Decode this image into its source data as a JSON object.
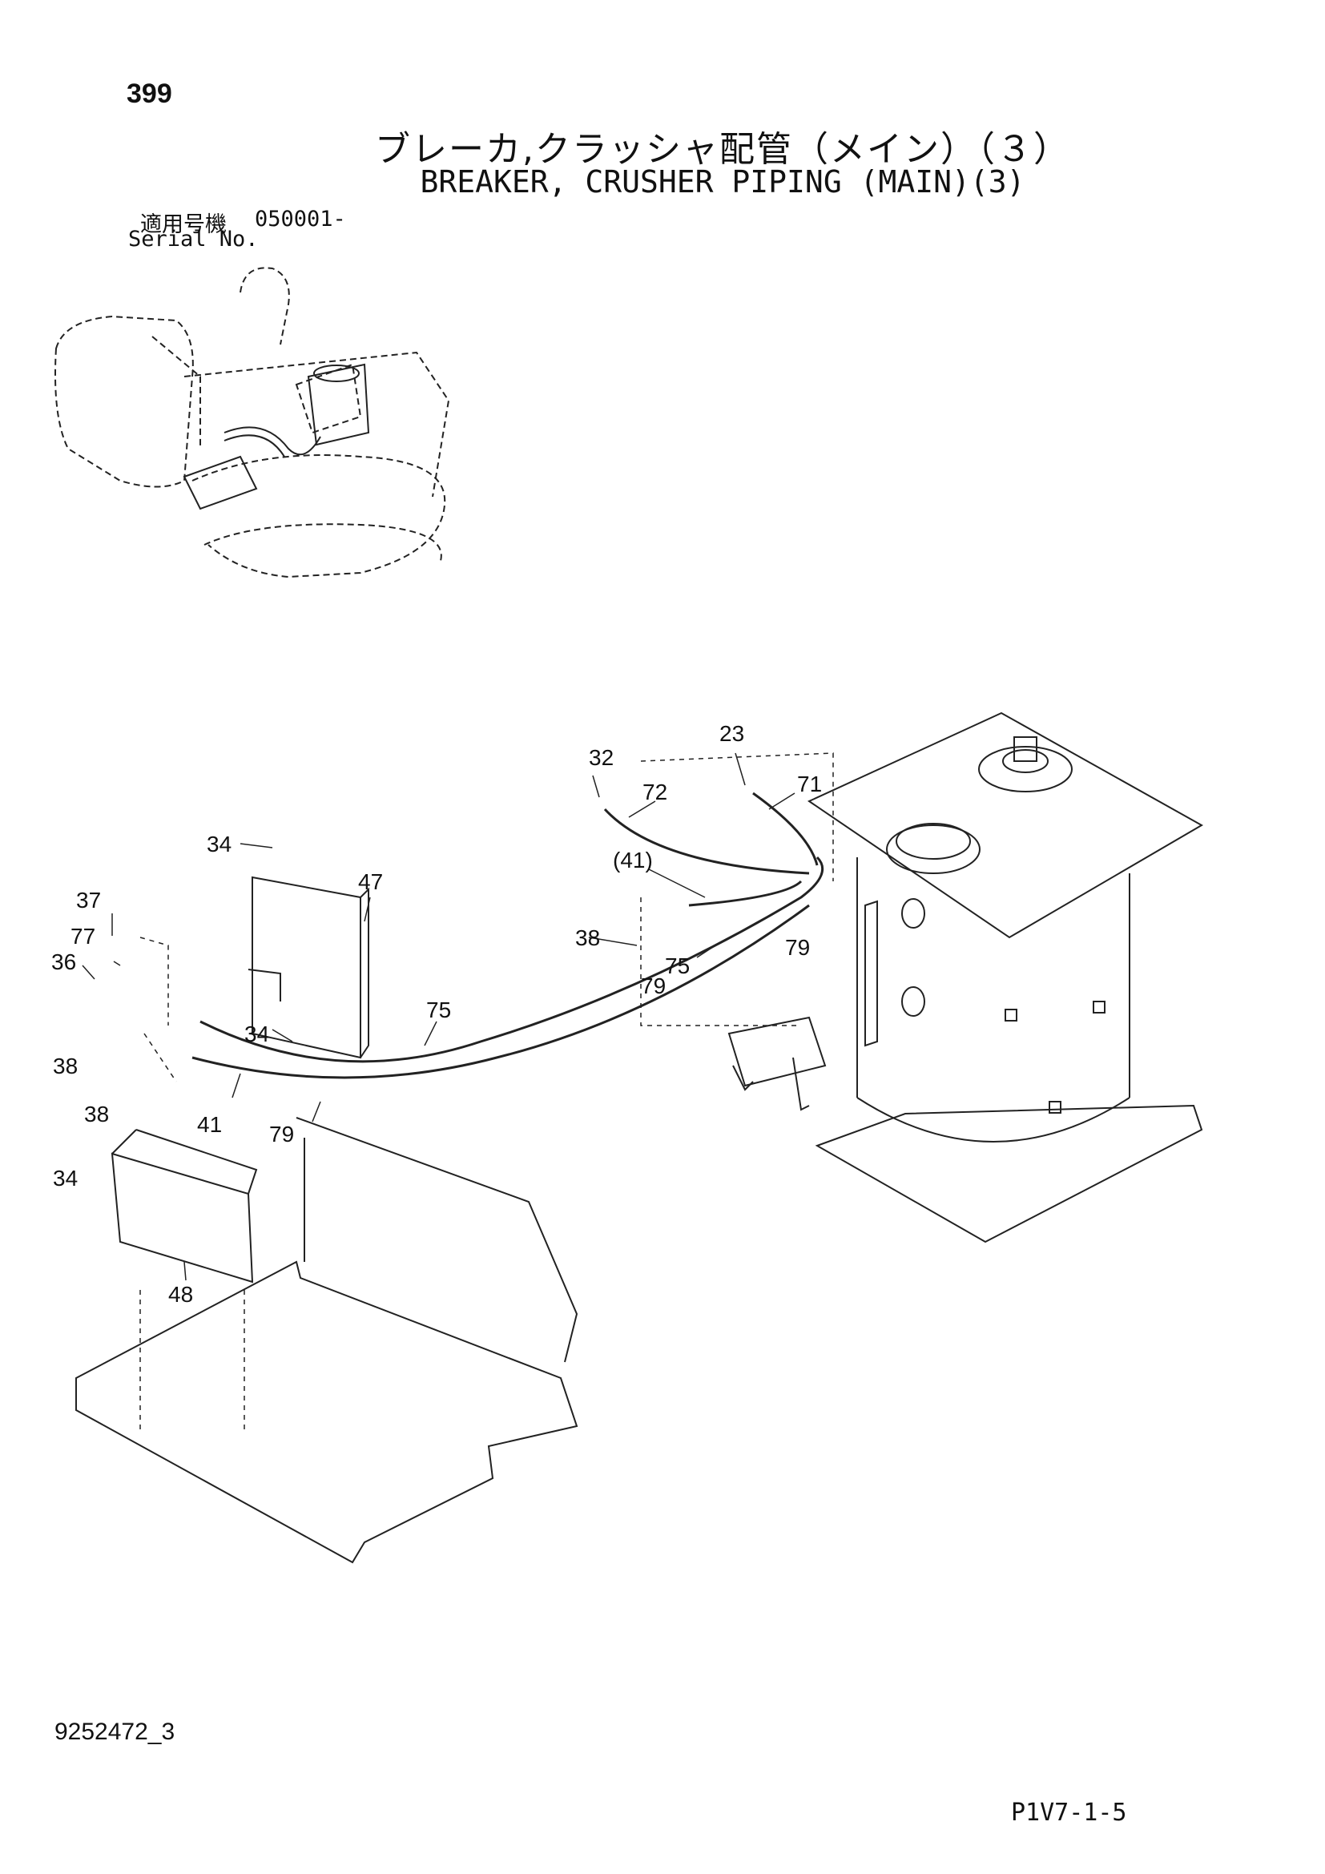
{
  "header": {
    "page_number": "399",
    "title_ja": "ブレーカ,クラッシャ配管（メイン）（３）",
    "title_en": "BREAKER, CRUSHER PIPING (MAIN)(3)",
    "serial_label_ja": "適用号機",
    "serial_value": "050001-",
    "serial_label_en": "Serial No."
  },
  "callouts": {
    "c32": "32",
    "c23": "23",
    "c72": "72",
    "c71": "71",
    "c41p": "(41)",
    "c34a": "34",
    "c47": "47",
    "c37": "37",
    "c77": "77",
    "c36": "36",
    "c38a": "38",
    "c38b": "38",
    "c38c": "38",
    "c75a": "75",
    "c79a": "79",
    "c79b": "79",
    "c75b": "75",
    "c34b": "34",
    "c41": "41",
    "c79c": "79",
    "c34c": "34",
    "c48": "48"
  },
  "footer": {
    "doc_number": "9252472_3",
    "page_code": "P1V7-1-5"
  }
}
